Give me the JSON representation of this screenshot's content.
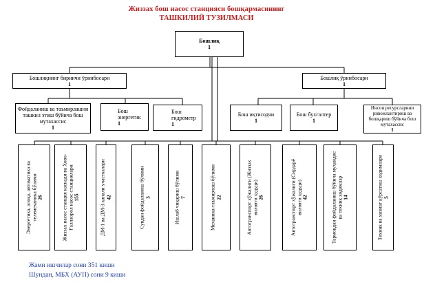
{
  "title": {
    "line1": "Жиззах бош насос станцияси бошқармасининг",
    "line2": "ТАШКИЛИЙ ТУЗИЛМАСИ"
  },
  "nodes": {
    "head": {
      "name": "Бошлиқ",
      "count": "1"
    },
    "first_deputy": {
      "name": "Бошлиқнинг биринчи ўринбосари",
      "count": "1"
    },
    "deputy": {
      "name": "Бошлиқ ўринбосари",
      "count": "1"
    },
    "level3": [
      {
        "key": "usage_specialist",
        "name": "Фойдаланиш ва таъмирлашни ташкил этиш бўйича бош мутахассис",
        "count": "1"
      },
      {
        "key": "chief_energy",
        "name": "Бош энергетик",
        "count": "1"
      },
      {
        "key": "chief_hydrometer",
        "name": "Бош гидрометр",
        "count": "1"
      },
      {
        "key": "chief_economist",
        "name": "Бош иқтисодчи",
        "count": "1"
      },
      {
        "key": "chief_accountant",
        "name": "Бош бухгалтер",
        "count": "1"
      },
      {
        "key": "hr_specialist",
        "name": "Инсон ресурсларини ривожлантириш ва бошқариш бўйича бош мутахассис",
        "count": "1"
      }
    ],
    "units": [
      {
        "name": "Энергетика, алоқа, автоматика ва телемеханика бўлими",
        "count": "26"
      },
      {
        "name": "Жиззах насос станция каскади ва Хово-Ғаллаорол насос станциялари",
        "count": "155"
      },
      {
        "name": "ДМ-1 ва ДМ-3 канали участкалари",
        "count": "42"
      },
      {
        "name": "Сувдан фойдаланиш бўлими",
        "count": "3"
      },
      {
        "name": "Ишлаб чиқариш бўлими",
        "count": "7"
      },
      {
        "name": "Механика-таъмирлаш бўлими",
        "count": "22"
      },
      {
        "name": "Автотранспорт хўжалиги (Жиззах вилояти худуди)",
        "count": "26"
      },
      {
        "name": "Автотранспорт хўжалиги (Сирдарё вилояти худуди)",
        "count": "42"
      },
      {
        "name": "Тармоқдан фойдаланиш бўйича муҳандис ва техник ходимлар",
        "count": "14"
      },
      {
        "name": "Техник ва хизмат кўрсатиш ходимлари",
        "count": "5"
      }
    ]
  },
  "footer": {
    "line1": "Жами ишчилар сони 351 киши",
    "line2": "Шундан, МБХ (АУП) сони 9 киши"
  }
}
